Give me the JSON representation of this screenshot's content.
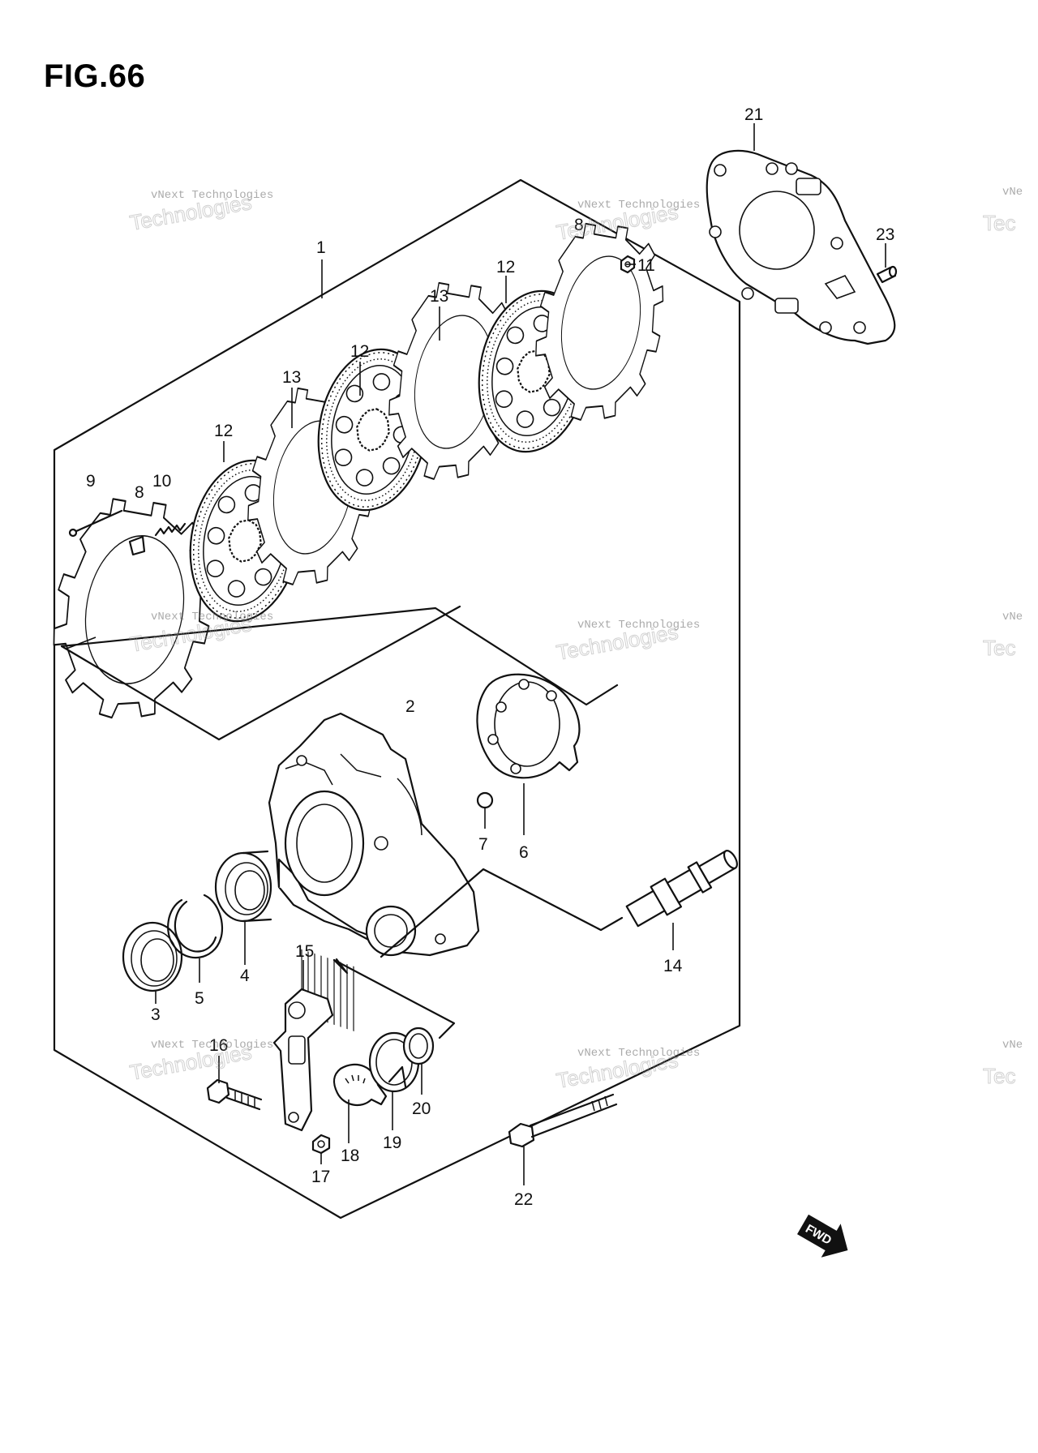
{
  "figure": {
    "title": "FIG.66"
  },
  "watermark": {
    "line1": "vNext Technologies",
    "line2": "Technologies",
    "partial1": "vNe",
    "partial2": "Tec"
  },
  "fwd_label": "FWD",
  "callouts": {
    "c1": "1",
    "c2": "2",
    "c3": "3",
    "c4": "4",
    "c5": "5",
    "c6": "6",
    "c7": "7",
    "c8a": "8",
    "c8b": "8",
    "c9": "9",
    "c10": "10",
    "c11": "11",
    "c12a": "12",
    "c12b": "12",
    "c12c": "12",
    "c13a": "13",
    "c13b": "13",
    "c14": "14",
    "c15": "15",
    "c16": "16",
    "c17": "17",
    "c18": "18",
    "c19": "19",
    "c20": "20",
    "c21": "21",
    "c22": "22",
    "c23": "23"
  }
}
